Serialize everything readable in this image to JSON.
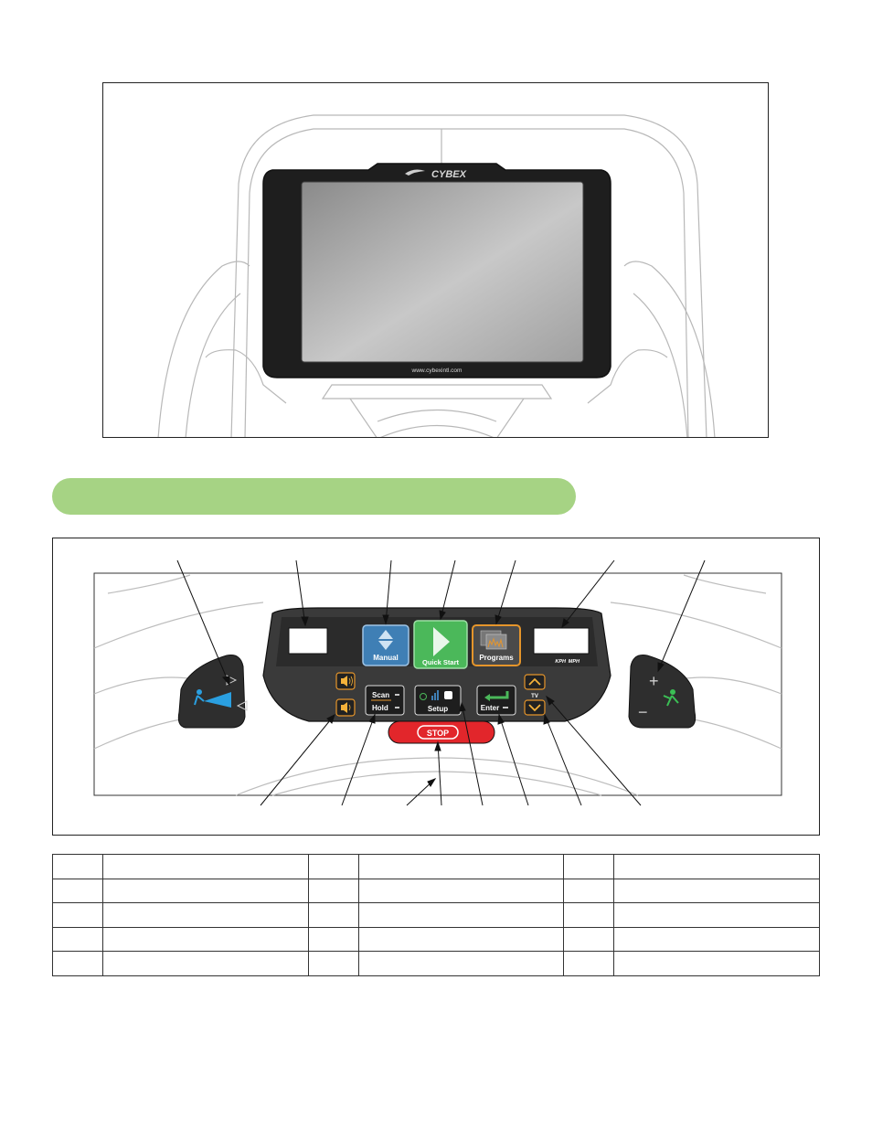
{
  "figure1": {
    "brand_logo": "CYBEX",
    "website": "www.cybexintl.com"
  },
  "figure2": {
    "buttons": {
      "manual": "Manual",
      "quick_start": "Quick Start",
      "programs": "Programs",
      "scan": "Scan",
      "hold": "Hold",
      "setup": "Setup",
      "enter": "Enter",
      "tv": "TV",
      "stop": "STOP"
    },
    "units": {
      "kph": "KPH",
      "mph": "MPH"
    }
  },
  "colors": {
    "pill": "#a6d384",
    "manual_blue": "#3f7fb5",
    "quick_start_green": "#4bb85a",
    "programs_orange": "#e5952b",
    "stop_red": "#e2262b",
    "console_dark": "#2f2f2f"
  },
  "legend_table": {
    "rows": 5,
    "columns": 6
  }
}
